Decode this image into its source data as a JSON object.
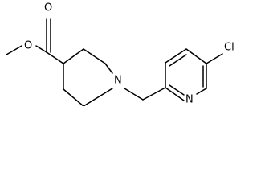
{
  "molecule": {
    "atoms": {
      "ester_oxygen": "O",
      "carbonyl_oxygen": "O",
      "piperidine_nitrogen": "N",
      "pyridine_nitrogen": "N",
      "chlorine": "Cl"
    }
  }
}
